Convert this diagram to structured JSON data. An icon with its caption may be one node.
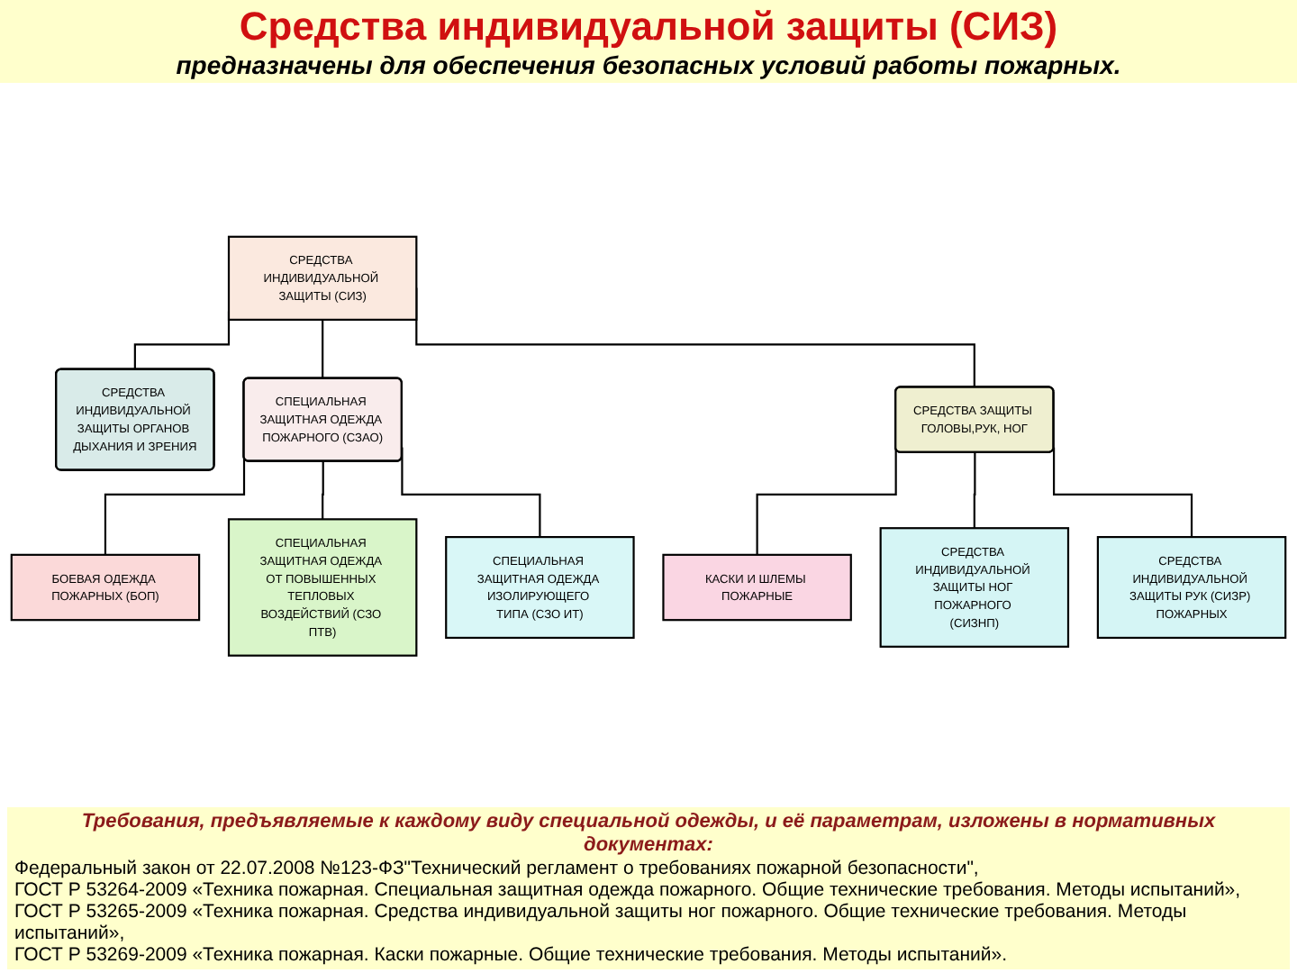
{
  "diagram": {
    "title": "Средства индивидуальной защиты (СИЗ)",
    "nodes": [
      {
        "text": [
          "СРЕДСТВА ИНДИВИДУАЛЬНОЙ ЗАЩИТЫ (СИЗ)"
        ]
      },
      {
        "text": [
          "СРЕДСТВА ИНДИВИДУАЛЬНОЙ ЗАЩИТЫ ОРГАНОВ ДЫХАНИЯ И ЗРЕНИЯ"
        ]
      },
      {
        "text": [
          "СПЕЦИАЛЬНАЯ ЗАЩИТНАЯ ОДЕЖДА ПОЖАРНОГО (СЗАО)"
        ]
      },
      {
        "text": [
          "СРЕДСТВА ЗАЩИТЫ ГОЛОВЫ,РУК, НОГ"
        ]
      },
      {
        "text": [
          "БОЕВАЯ ОДЕЖДА ПОЖАРНЫХ (БОП)"
        ]
      },
      {
        "text": [
          "СПЕЦИАЛЬНАЯ ЗАЩИТНАЯ ОДЕЖДА ОТ ПОВЫШЕННЫХ ТЕПЛОВЫХ ВОЗДЕЙСТВИЙ (СЗО ПТВ)"
        ]
      },
      {
        "text": [
          "СПЕЦИАЛЬНАЯ ЗАЩИТНАЯ ОДЕЖДА ИЗОЛИРУЮЩЕГО ТИПА (СЗО ИТ)"
        ]
      },
      {
        "text": [
          "КАСКИ И ШЛЕМЫ ПОЖАРНЫЕ"
        ]
      },
      {
        "text": [
          "СРЕДСТВА ИНДИВИДУАЛЬНОЙ ЗАЩИТЫ НОГ ПОЖАРНОГО (СИЗНП)"
        ]
      },
      {
        "text": [
          "СРЕДСТВА ИНДИВИДУАЛЬНОЙ ЗАЩИТЫ РУК (СИЗР) ПОЖАРНЫХ"
        ]
      }
    ],
    "edges": [
      {
        "from": 0,
        "to": 1,
        "arrow": "none"
      },
      {
        "from": 0,
        "to": 2,
        "arrow": "none"
      },
      {
        "from": 0,
        "to": 3,
        "arrow": "none"
      },
      {
        "from": 2,
        "to": 4,
        "arrow": "none"
      },
      {
        "from": 2,
        "to": 5,
        "arrow": "none"
      },
      {
        "from": 2,
        "to": 6,
        "arrow": "none"
      },
      {
        "from": 3,
        "to": 7,
        "arrow": "none"
      },
      {
        "from": 3,
        "to": 8,
        "arrow": "none"
      },
      {
        "from": 3,
        "to": 9,
        "arrow": "none"
      }
    ],
    "labels": [
      "предназначены для обеспечения безопасных условий работы пожарных.",
      "Требования, предъявляемые к каждому виду специальной одежды, и её параметрам, изложены в нормативных документах:",
      "Федеральный закон от 22.07.2008 №123-ФЗ\"Технический регламент о требованиях пожарной безопасности\",",
      "ГОСТ Р 53264-2009 «Техника пожарная. Специальная защитная одежда пожарного. Общие технические требования. Методы испытаний»,",
      "ГОСТ Р 53265-2009 «Техника пожарная. Средства индивидуальной защиты ног пожарного. Общие технические требования. Методы испытаний»,",
      "ГОСТ Р 53269-2009 «Техника пожарная. Каски пожарные. Общие технические требования. Методы испытаний»."
    ]
  }
}
